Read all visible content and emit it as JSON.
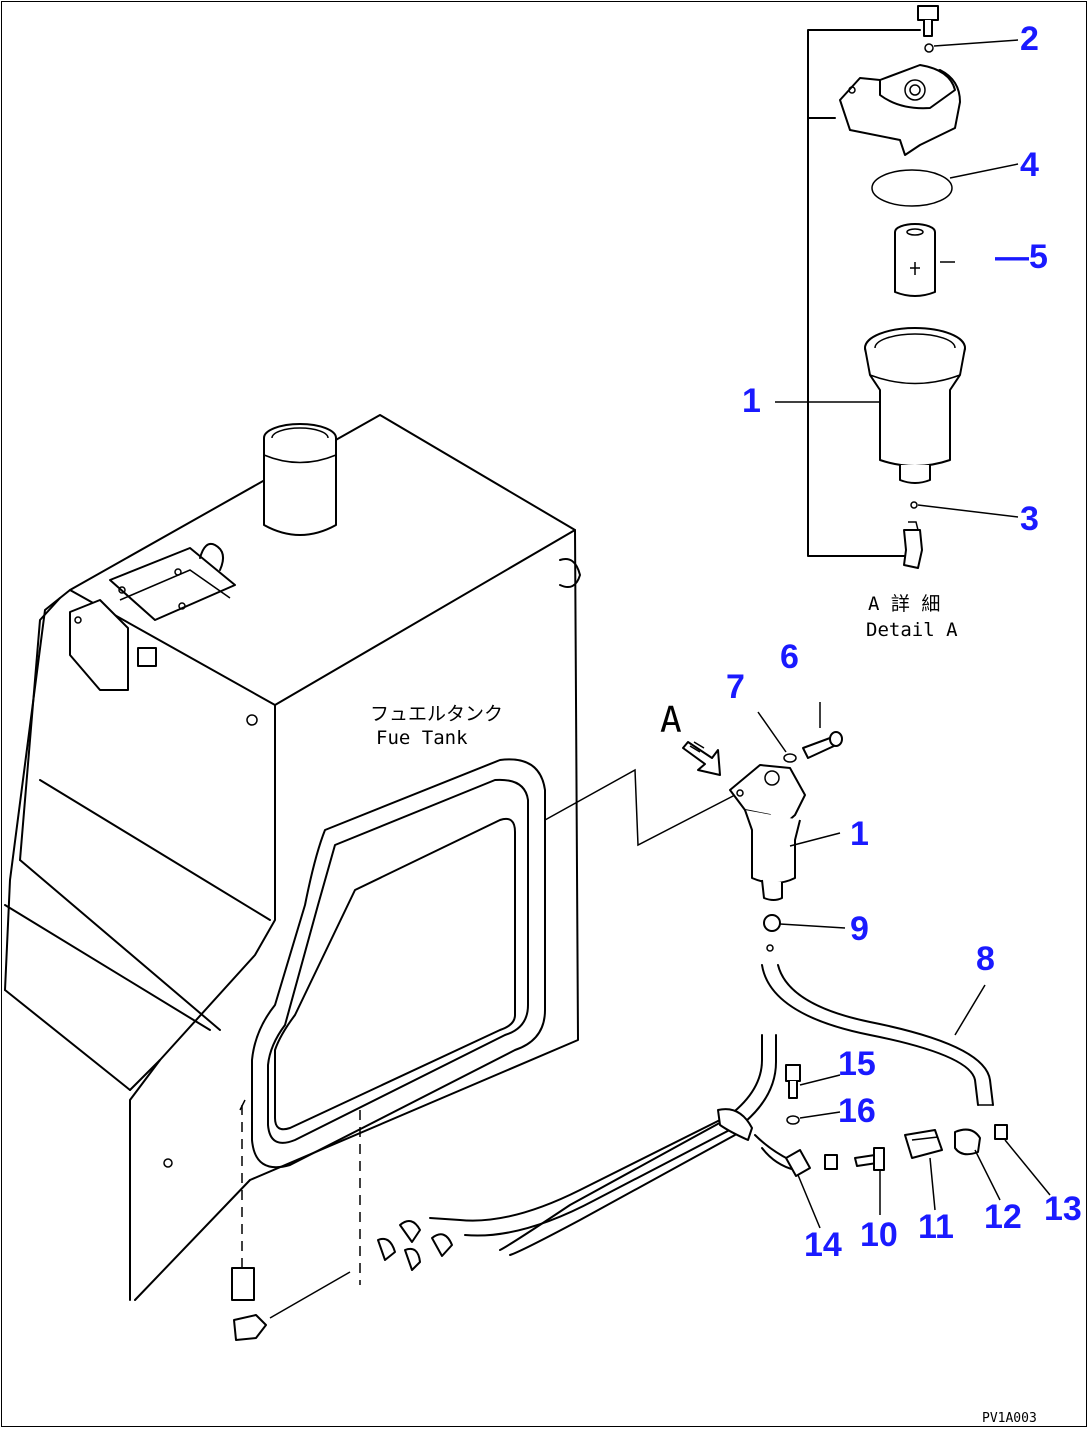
{
  "diagram": {
    "callouts": {
      "top_2": "2",
      "top_4": "4",
      "top_5": "—5",
      "top_1": "1",
      "top_3": "3",
      "main_6": "6",
      "main_7": "7",
      "main_1": "1",
      "main_9": "9",
      "main_8": "8",
      "main_15": "15",
      "main_16": "16",
      "main_14": "14",
      "main_10": "10",
      "main_11": "11",
      "main_12": "12",
      "main_13": "13"
    },
    "detail_label_jp": "A 詳 細",
    "detail_label_en": "Detail A",
    "view_letter": "A",
    "tank_label_jp": "フュエルタンク",
    "tank_label_en": "Fue  Tank",
    "drawing_code": "PV1A003"
  },
  "colors": {
    "callout": "#1a1aff",
    "line": "#000000",
    "background": "#ffffff"
  }
}
